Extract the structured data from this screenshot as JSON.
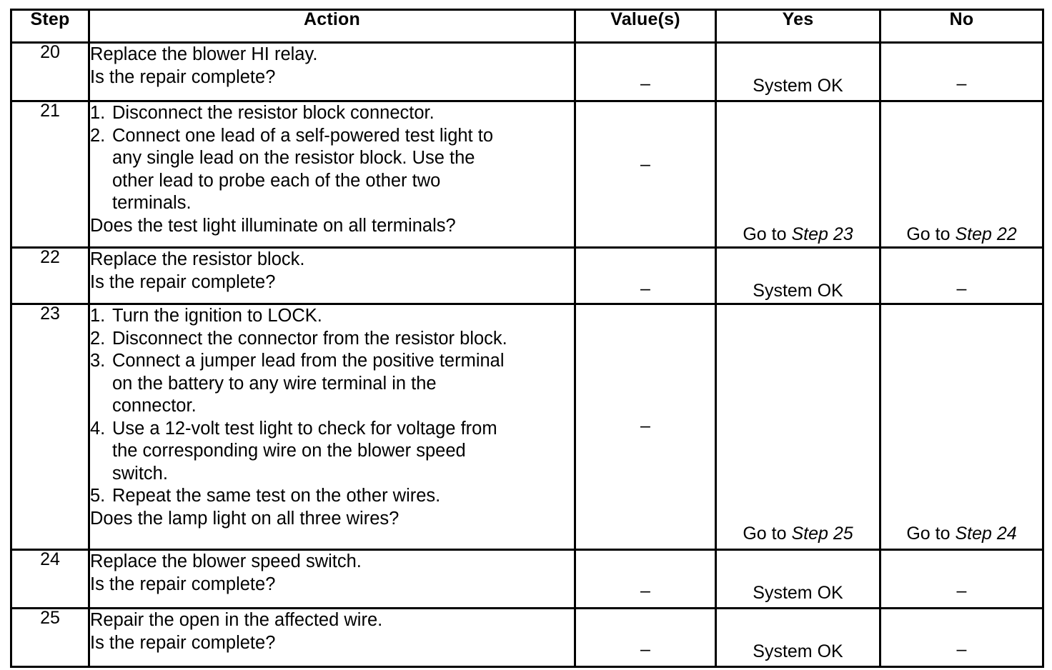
{
  "table": {
    "headers": {
      "step": "Step",
      "action": "Action",
      "values": "Value(s)",
      "yes": "Yes",
      "no": "No"
    },
    "rows": [
      {
        "step": "20",
        "action_lines": [
          {
            "type": "plain",
            "text": "Replace the blower HI relay."
          },
          {
            "type": "plain",
            "text": "Is the repair complete?"
          }
        ],
        "value": "–",
        "yes": "System OK",
        "no": "–"
      },
      {
        "step": "21",
        "action_lines": [
          {
            "type": "numbered",
            "marker": "1.",
            "text": "Disconnect the resistor block connector."
          },
          {
            "type": "numbered",
            "marker": "2.",
            "text": "Connect one lead of a self-powered test light to any single lead on the resistor block. Use the other lead to probe each of the other two terminals."
          },
          {
            "type": "plain",
            "text": "Does the test light illuminate on all terminals?"
          }
        ],
        "value": "–",
        "yes_prefix": "Go to ",
        "yes_target": "Step 23",
        "no_prefix": "Go to ",
        "no_target": "Step 22"
      },
      {
        "step": "22",
        "action_lines": [
          {
            "type": "plain",
            "text": "Replace the resistor block."
          },
          {
            "type": "plain",
            "text": "Is the repair complete?"
          }
        ],
        "value": "–",
        "yes": "System OK",
        "no": "–"
      },
      {
        "step": "23",
        "action_lines": [
          {
            "type": "numbered",
            "marker": "1.",
            "text": "Turn the ignition to LOCK."
          },
          {
            "type": "numbered",
            "marker": "2.",
            "text": "Disconnect the connector from the resistor block."
          },
          {
            "type": "numbered",
            "marker": "3.",
            "text": "Connect a jumper lead from the positive terminal on the battery to any wire terminal in the connector."
          },
          {
            "type": "numbered",
            "marker": "4.",
            "text": "Use a 12-volt test light to check for voltage from the corresponding wire on the blower speed switch."
          },
          {
            "type": "numbered",
            "marker": "5.",
            "text": "Repeat the same test on the other wires."
          },
          {
            "type": "plain",
            "text": "Does the lamp light on all three wires?"
          }
        ],
        "value": "–",
        "yes_prefix": "Go to ",
        "yes_target": "Step 25",
        "no_prefix": "Go to ",
        "no_target": "Step 24"
      },
      {
        "step": "24",
        "action_lines": [
          {
            "type": "plain",
            "text": "Replace the blower speed switch."
          },
          {
            "type": "plain",
            "text": "Is the repair complete?"
          }
        ],
        "value": "–",
        "yes": "System OK",
        "no": "–"
      },
      {
        "step": "25",
        "action_lines": [
          {
            "type": "plain",
            "text": "Repair the open in the affected wire."
          },
          {
            "type": "plain",
            "text": "Is the repair complete?"
          }
        ],
        "value": "–",
        "yes": "System OK",
        "no": "–"
      }
    ]
  },
  "step21_wrapped": {
    "item2_l1": "Connect one lead of a self-powered test light to",
    "item2_l2": "any single lead on the resistor block. Use the",
    "item2_l3": "other lead to probe each of the other two",
    "item2_l4": "terminals."
  },
  "step23_wrapped": {
    "item3_l1": "Connect a jumper lead from the positive terminal",
    "item3_l2": "on the battery to any wire terminal in the",
    "item3_l3": "connector.",
    "item4_l1": "Use a 12-volt test light to check for voltage from",
    "item4_l2": "the corresponding wire on the blower speed",
    "item4_l3": "switch."
  }
}
